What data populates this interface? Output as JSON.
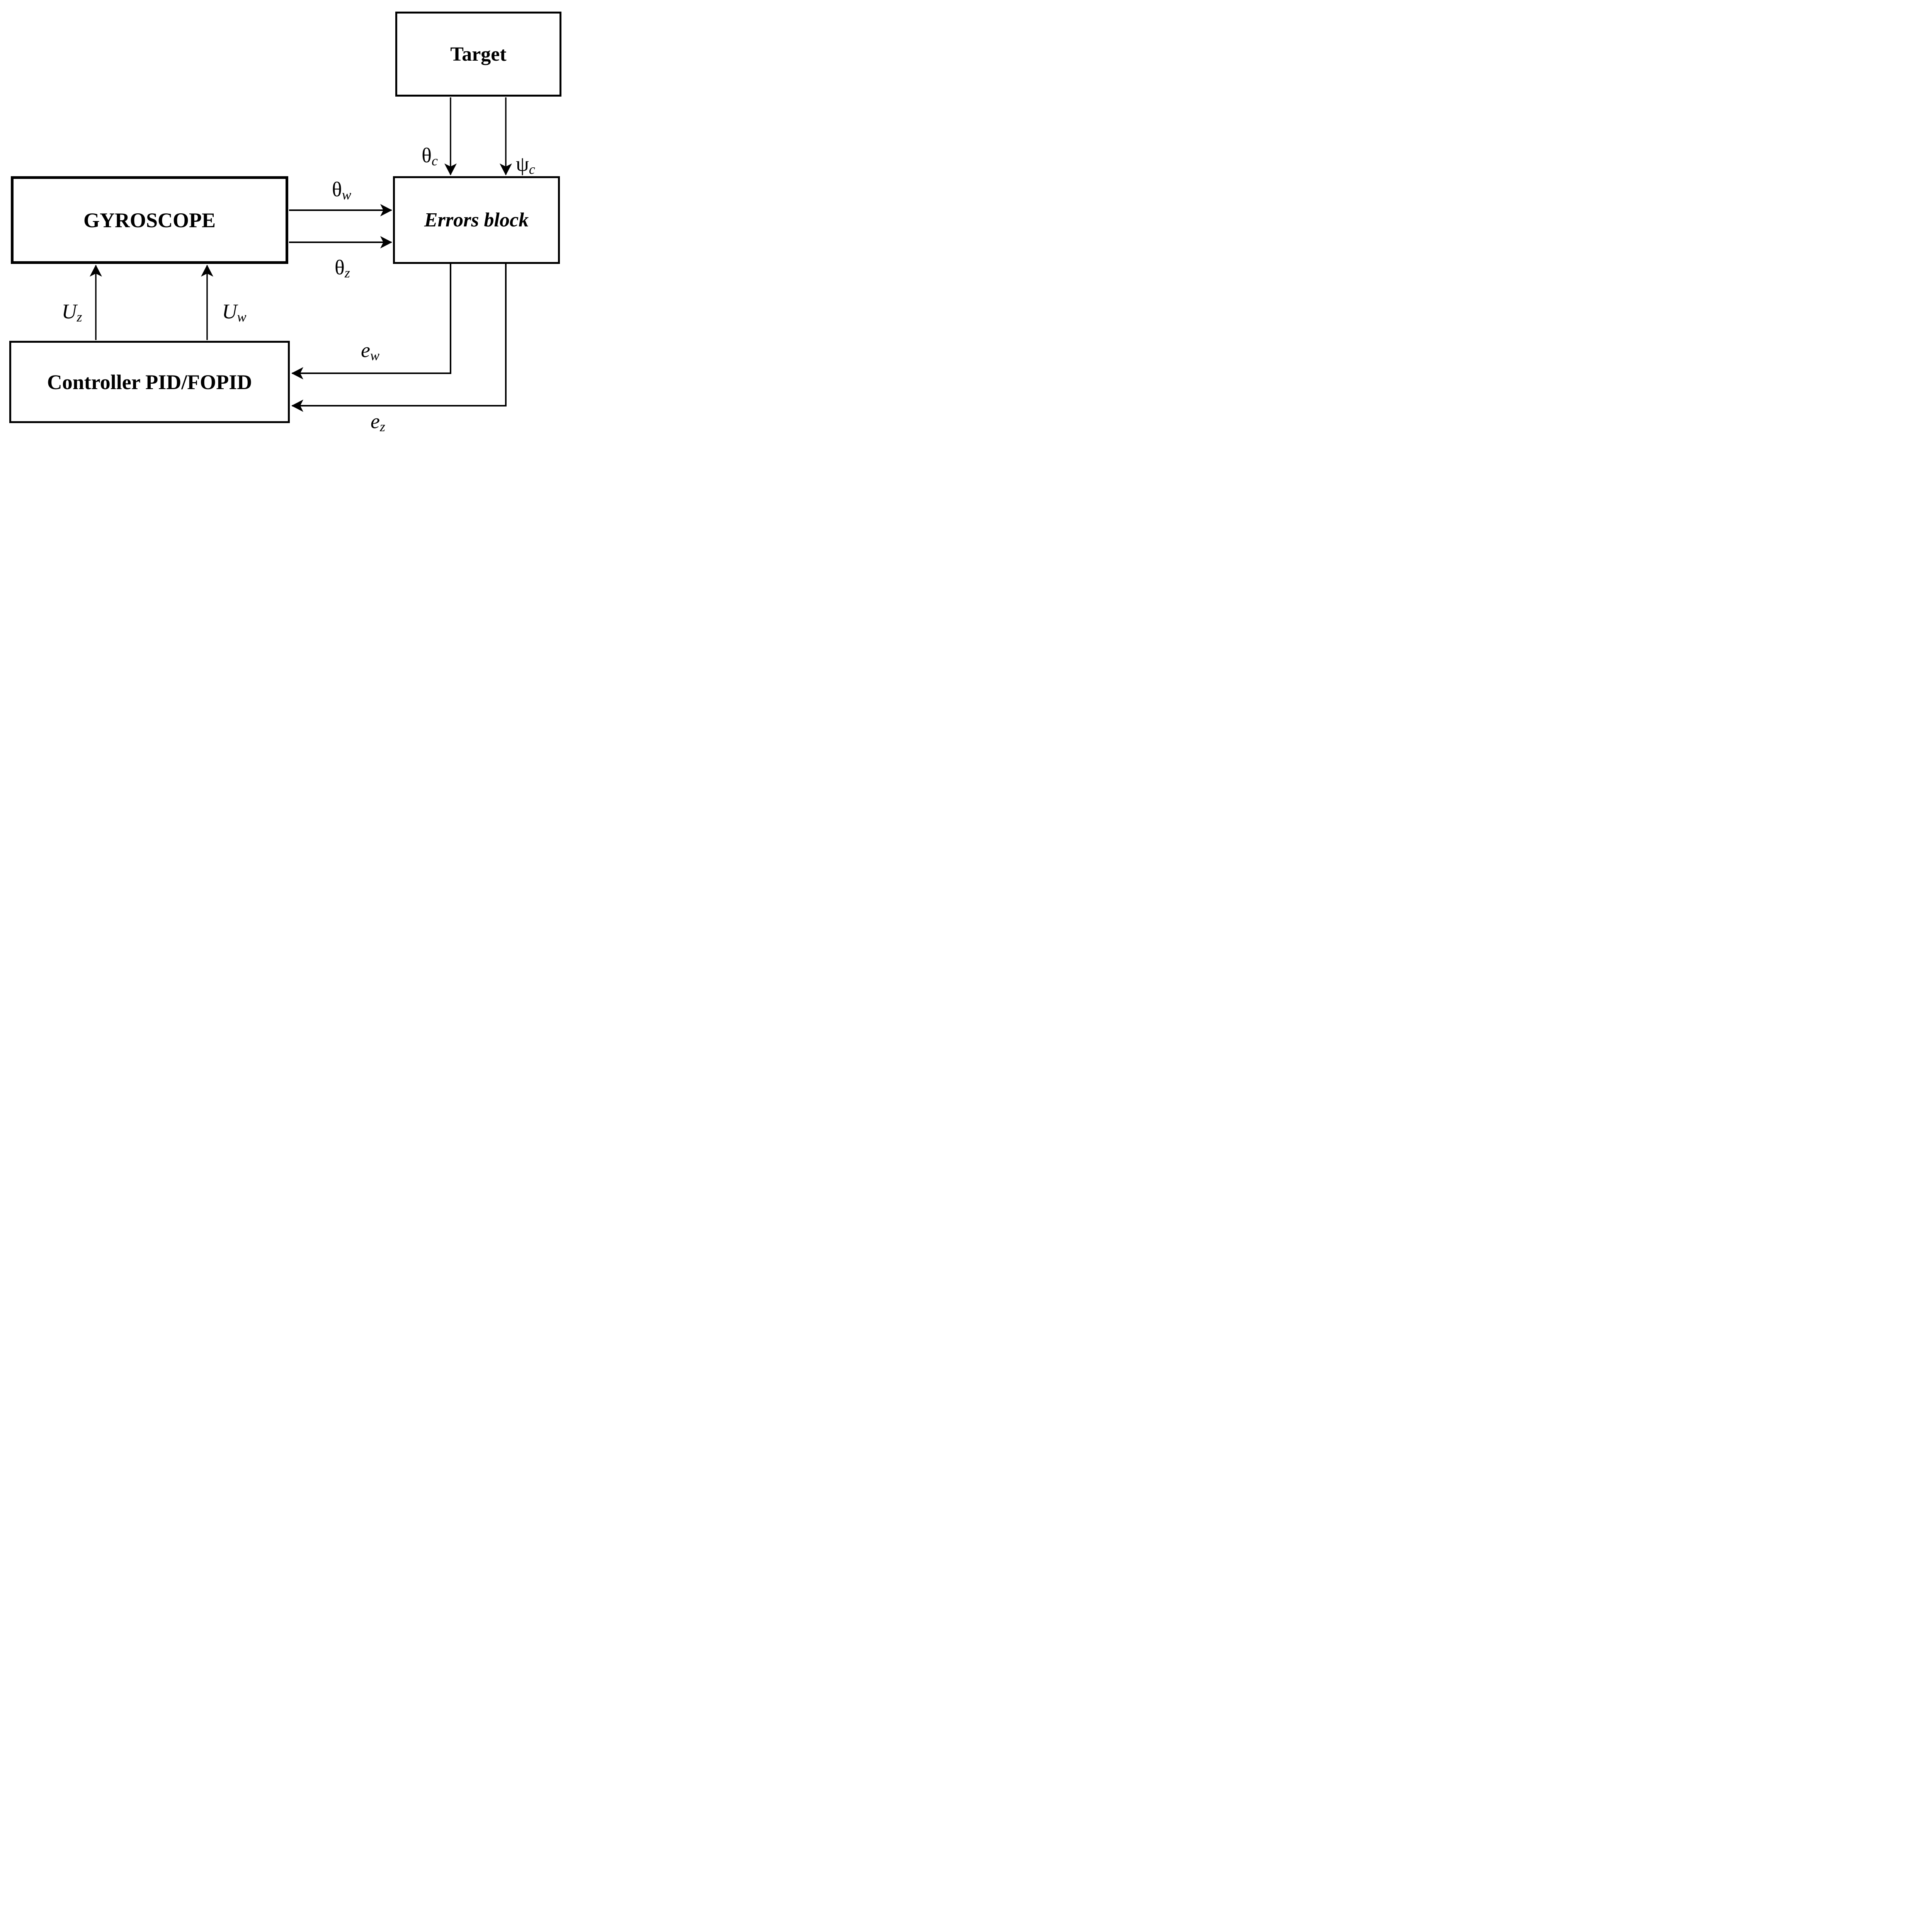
{
  "diagram": {
    "background": "#ffffff",
    "line_color": "#000000",
    "boxes": {
      "target": {
        "label": "Target"
      },
      "gyroscope": {
        "label": "GYROSCOPE"
      },
      "errors": {
        "label": "Errors block"
      },
      "controller": {
        "label": "Controller PID/FOPID"
      }
    },
    "signals": {
      "theta_c": {
        "base": "θ",
        "sub": "c"
      },
      "psi_c": {
        "base": "ψ",
        "sub": "c"
      },
      "theta_w": {
        "base": "θ",
        "sub": "w"
      },
      "theta_z": {
        "base": "θ",
        "sub": "z"
      },
      "u_z": {
        "base": "U",
        "sub": "z"
      },
      "u_w": {
        "base": "U",
        "sub": "w"
      },
      "e_w": {
        "base": "e",
        "sub": "w"
      },
      "e_z": {
        "base": "e",
        "sub": "z"
      }
    }
  }
}
